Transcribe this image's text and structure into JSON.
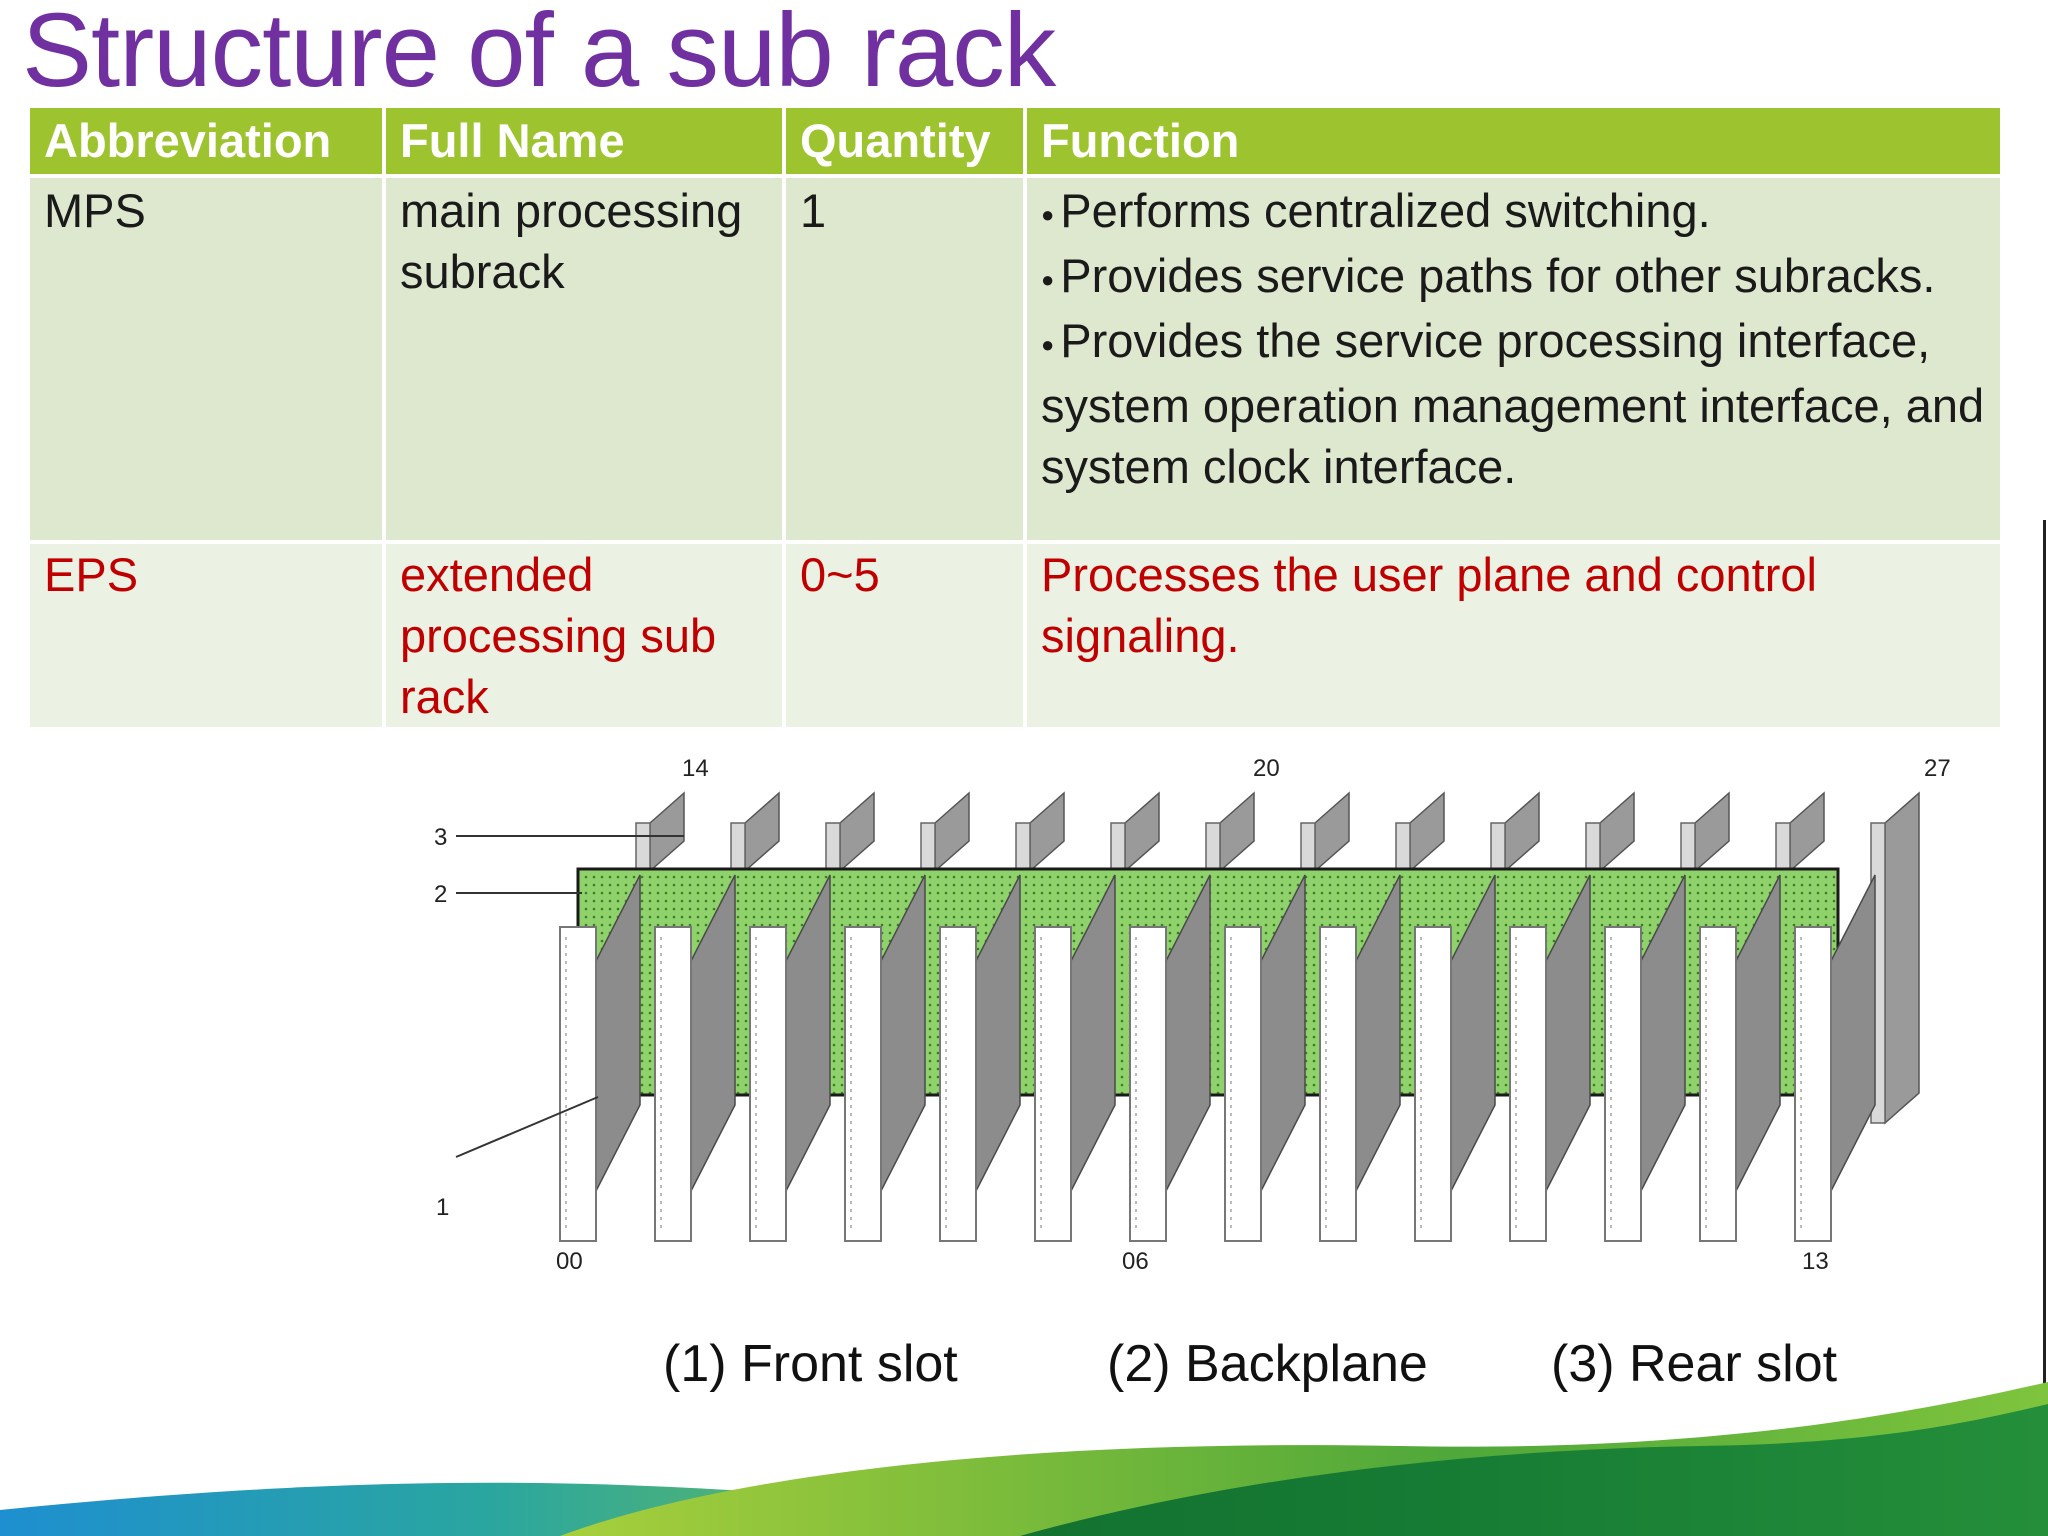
{
  "title": "Structure of a sub rack",
  "table": {
    "headers": [
      "Abbreviation",
      "Full Name",
      "Quantity",
      "Function"
    ],
    "rows": [
      {
        "abbreviation": "MPS",
        "full_name": "main processing subrack",
        "quantity": "1",
        "function_bullets": [
          "Performs centralized switching.",
          "Provides service paths for other subracks.",
          "Provides the service processing interface, system operation management interface, and system clock interface."
        ]
      },
      {
        "abbreviation": "EPS",
        "full_name": "extended processing sub rack",
        "quantity": "0~5",
        "function": "Processes the user plane and control signaling."
      }
    ]
  },
  "diagram": {
    "callouts": [
      "3",
      "2",
      "1"
    ],
    "top_slot_labels": [
      "14",
      "20",
      "27"
    ],
    "bottom_slot_labels": [
      "00",
      "06",
      "13"
    ],
    "front_slot_count": 14,
    "rear_slot_count": 14
  },
  "captions": [
    "(1) Front slot",
    "(2) Backplane",
    "(3) Rear slot"
  ],
  "colors": {
    "title": "#7030a0",
    "header_bg": "#9dc42f",
    "row_mps_bg": "#dde8cf",
    "row_eps_bg": "#ebf1e3",
    "eps_text": "#c00000",
    "backplane": "#8fd16a"
  }
}
